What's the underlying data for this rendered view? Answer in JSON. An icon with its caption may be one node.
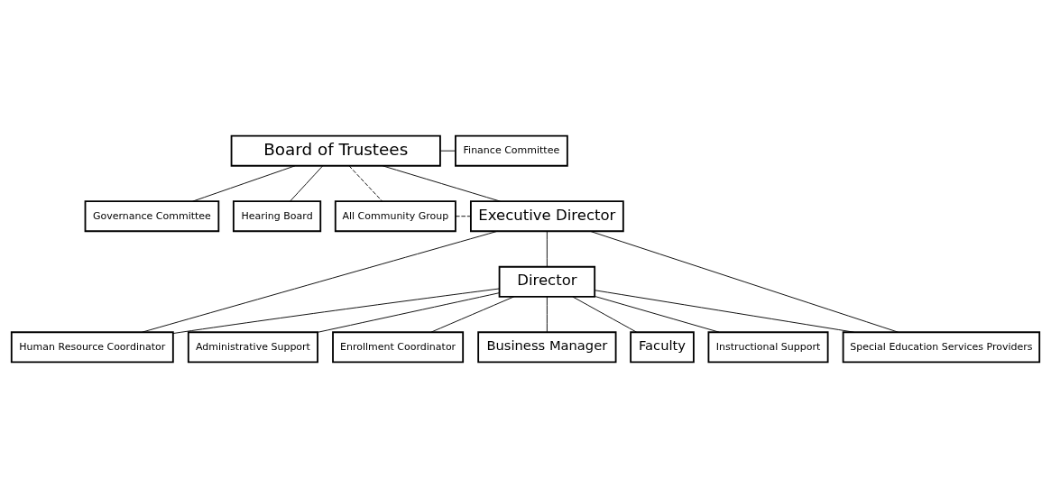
{
  "diagram": {
    "nodes": [
      {
        "text": [
          "Board of Trustees"
        ]
      },
      {
        "text": [
          "Finance Committee"
        ]
      },
      {
        "text": [
          "Governance Committee"
        ]
      },
      {
        "text": [
          "Hearing Board"
        ]
      },
      {
        "text": [
          "All Community Group"
        ]
      },
      {
        "text": [
          "Executive Director"
        ]
      },
      {
        "text": [
          "Director"
        ]
      },
      {
        "text": [
          "Administrative Support"
        ]
      },
      {
        "text": [
          "Human Resource Coordinator"
        ]
      },
      {
        "text": [
          "Enrollment Coordinator"
        ]
      },
      {
        "text": [
          "Business Manager"
        ]
      },
      {
        "text": [
          "Faculty"
        ]
      },
      {
        "text": [
          "Special Education Services Providers"
        ]
      },
      {
        "text": [
          "Instructional Support"
        ]
      }
    ],
    "edges": [
      {
        "from": 0,
        "to": 1,
        "arrow": "none"
      },
      {
        "from": 0,
        "to": 2,
        "arrow": "none"
      },
      {
        "from": 0,
        "to": 3,
        "arrow": "none"
      },
      {
        "from": 0,
        "to": 4,
        "arrow": "none",
        "style": "dashed"
      },
      {
        "from": 0,
        "to": 5,
        "arrow": "none"
      },
      {
        "from": 4,
        "to": 5,
        "arrow": "none",
        "style": "dashed"
      },
      {
        "from": 5,
        "to": 6,
        "arrow": "none"
      },
      {
        "from": 5,
        "to": 8,
        "arrow": "none"
      },
      {
        "from": 5,
        "to": 12,
        "arrow": "none"
      },
      {
        "from": 6,
        "to": 7,
        "arrow": "none"
      },
      {
        "from": 6,
        "to": 8,
        "arrow": "none"
      },
      {
        "from": 6,
        "to": 9,
        "arrow": "none"
      },
      {
        "from": 6,
        "to": 10,
        "arrow": "none"
      },
      {
        "from": 6,
        "to": 11,
        "arrow": "none"
      },
      {
        "from": 6,
        "to": 12,
        "arrow": "none"
      },
      {
        "from": 6,
        "to": 13,
        "arrow": "none"
      }
    ]
  }
}
